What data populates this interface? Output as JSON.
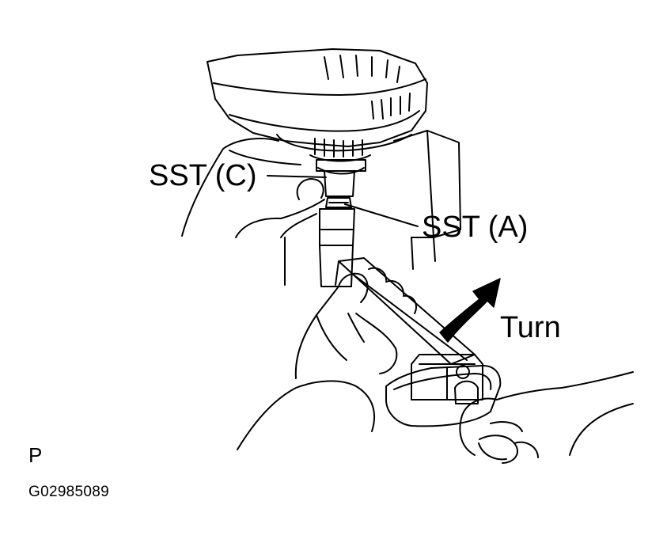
{
  "labels": {
    "sst_c": "SST (C)",
    "sst_a": "SST (A)",
    "turn": "Turn",
    "view_code": "P",
    "figure_id": "G02985089"
  },
  "colors": {
    "ink": "#000000",
    "paper": "#ffffff"
  }
}
